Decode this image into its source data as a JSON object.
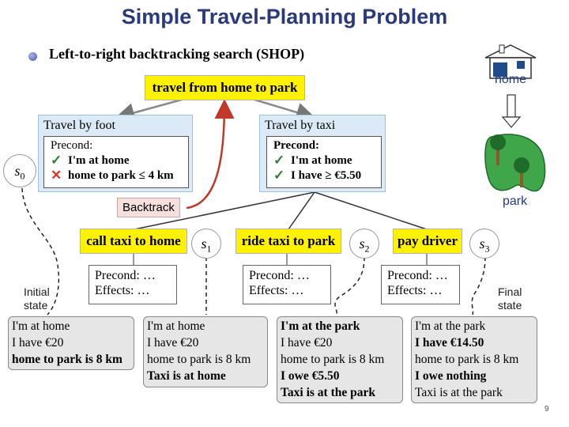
{
  "title": "Simple Travel-Planning Problem",
  "bullet": "Left-to-right backtracking search (SHOP)",
  "root_task": {
    "pre": "travel from ",
    "bold": "home",
    "post": " to park"
  },
  "methods": [
    {
      "title": "Travel by foot",
      "precond_label": "Precond:",
      "conditions": [
        {
          "mark": "✓",
          "text": "I'm at home"
        },
        {
          "mark": "✕",
          "text": "home to park ≤ 4 km"
        }
      ]
    },
    {
      "title": "Travel by taxi",
      "precond_label": "Precond:",
      "conditions": [
        {
          "mark": "✓",
          "text": "I'm at home"
        },
        {
          "mark": "✓",
          "text": "I have ≥ €5.50"
        }
      ]
    }
  ],
  "backtrack_label": "Backtrack",
  "actions": [
    {
      "name": "call taxi to home",
      "state": "s",
      "sub": "1",
      "precond": "Precond: …",
      "effects": "Effects: …"
    },
    {
      "name": "ride taxi to park",
      "state": "s",
      "sub": "2",
      "precond": "Precond: …",
      "effects": "Effects: …"
    },
    {
      "name": "pay driver",
      "state": "s",
      "sub": "3",
      "precond": "Precond: …",
      "effects": "Effects: …"
    }
  ],
  "initial_state_symbol": {
    "state": "s",
    "sub": "0"
  },
  "initial_label": [
    "Initial",
    "state"
  ],
  "final_label": [
    "Final",
    "state"
  ],
  "states": [
    {
      "lines": [
        {
          "t": "I'm at home",
          "b": false
        },
        {
          "t": "I have €20",
          "b": false
        },
        {
          "t": "home to park is 8 km",
          "b": true
        }
      ]
    },
    {
      "lines": [
        {
          "t": "I'm at home",
          "b": false
        },
        {
          "t": "I have €20",
          "b": false
        },
        {
          "t": "home to park is 8 km",
          "b": false
        },
        {
          "t": "Taxi is at home",
          "b": true
        }
      ]
    },
    {
      "lines": [
        {
          "t": "I'm at the park",
          "b": true
        },
        {
          "t": "I have €20",
          "b": false
        },
        {
          "t": "home to park is 8 km",
          "b": false
        },
        {
          "t": "I owe €5.50",
          "b": true
        },
        {
          "t": "Taxi is at the park",
          "b": true
        }
      ]
    },
    {
      "lines": [
        {
          "t": "I'm at the park",
          "b": false
        },
        {
          "t": "I have €14.50",
          "b": true
        },
        {
          "t": "home to park is 8 km",
          "b": false
        },
        {
          "t": "I owe nothing",
          "b": true
        },
        {
          "t": "Taxi is at the park",
          "b": false
        }
      ]
    }
  ],
  "map": {
    "home": "home",
    "park": "park"
  },
  "page_number": "9",
  "colors": {
    "title": "#2b3a7a",
    "action_fill": "#fff200",
    "method_fill": "#dbeaf6",
    "check": "#2f7d32",
    "cross": "#d9362b",
    "backtrack_arrow": "#c0392b"
  }
}
